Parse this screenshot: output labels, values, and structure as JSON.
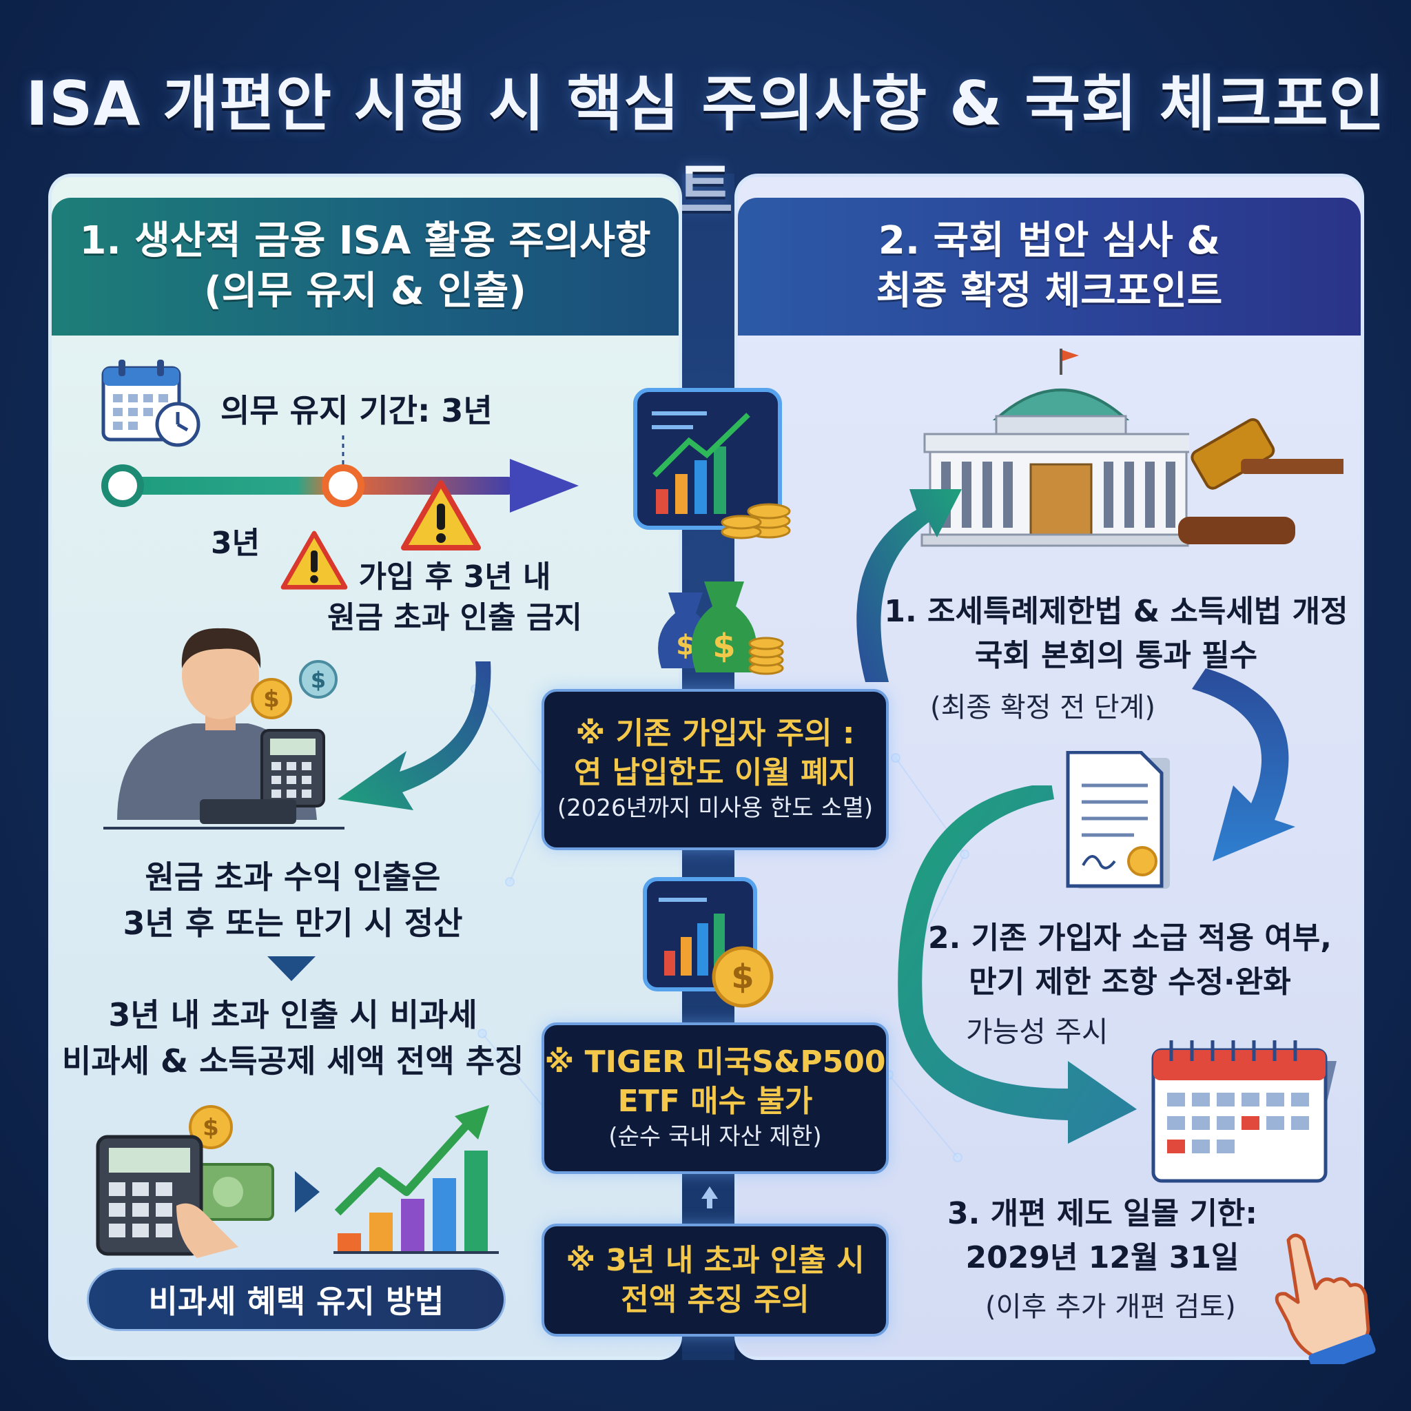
{
  "title": "ISA 개편안 시행 시 핵심 주의사항 & 국회 체크포인트",
  "left": {
    "header_line1": "1. 생산적 금융 ISA 활용 주의사항",
    "header_line2": "(의무 유지 & 인출)",
    "duty_period": "의무 유지 기간: 3년",
    "timeline_label": "3년",
    "warning_line1": "가입 후 3년 내",
    "warning_line2": "원금 초과 인출 금지",
    "settle_line1": "원금 초과 수익 인출은",
    "settle_line2": "3년 후 또는 만기 시 정산",
    "penalty_line1": "3년 내 초과 인출 시 비과세",
    "penalty_line2": "비과세 & 소득공제 세액 전액 추징",
    "pill": "비과세 혜택 유지 방법"
  },
  "center": {
    "card1_main1": "※ 기존 가입자 주의 :",
    "card1_main2": "연 납입한도 이월 폐지",
    "card1_sub": "(2026년까지 미사용 한도 소멸)",
    "card2_main1": "※ TIGER 미국S&P500",
    "card2_main2": "ETF 매수 불가",
    "card2_sub": "(순수 국내 자산 제한)",
    "card3_main1": "※ 3년 내 초과 인출 시",
    "card3_main2": "전액 추징 주의"
  },
  "right": {
    "header_line1": "2. 국회 법안 심사 &",
    "header_line2": "최종 확정 체크포인트",
    "step1_line1": "1. 조세특례제한법 & 소득세법 개정",
    "step1_line2": "국회 본회의 통과 필수",
    "step1_sub": "(최종 확정 전 단계)",
    "step2_line1": "2. 기존 가입자 소급 적용 여부,",
    "step2_line2": "만기 제한 조항 수정·완화",
    "step2_sub": "가능성 주시",
    "step3_line1": "3. 개편 제도 일몰 기한:",
    "step3_line2": "2029년 12월 31일",
    "step3_sub": "(이후 추가 개편 검토)"
  },
  "colors": {
    "accent_teal": "#1d7e78",
    "accent_navy": "#2b4398",
    "card_text": "#f4c84a",
    "warning": "#e8362c"
  }
}
